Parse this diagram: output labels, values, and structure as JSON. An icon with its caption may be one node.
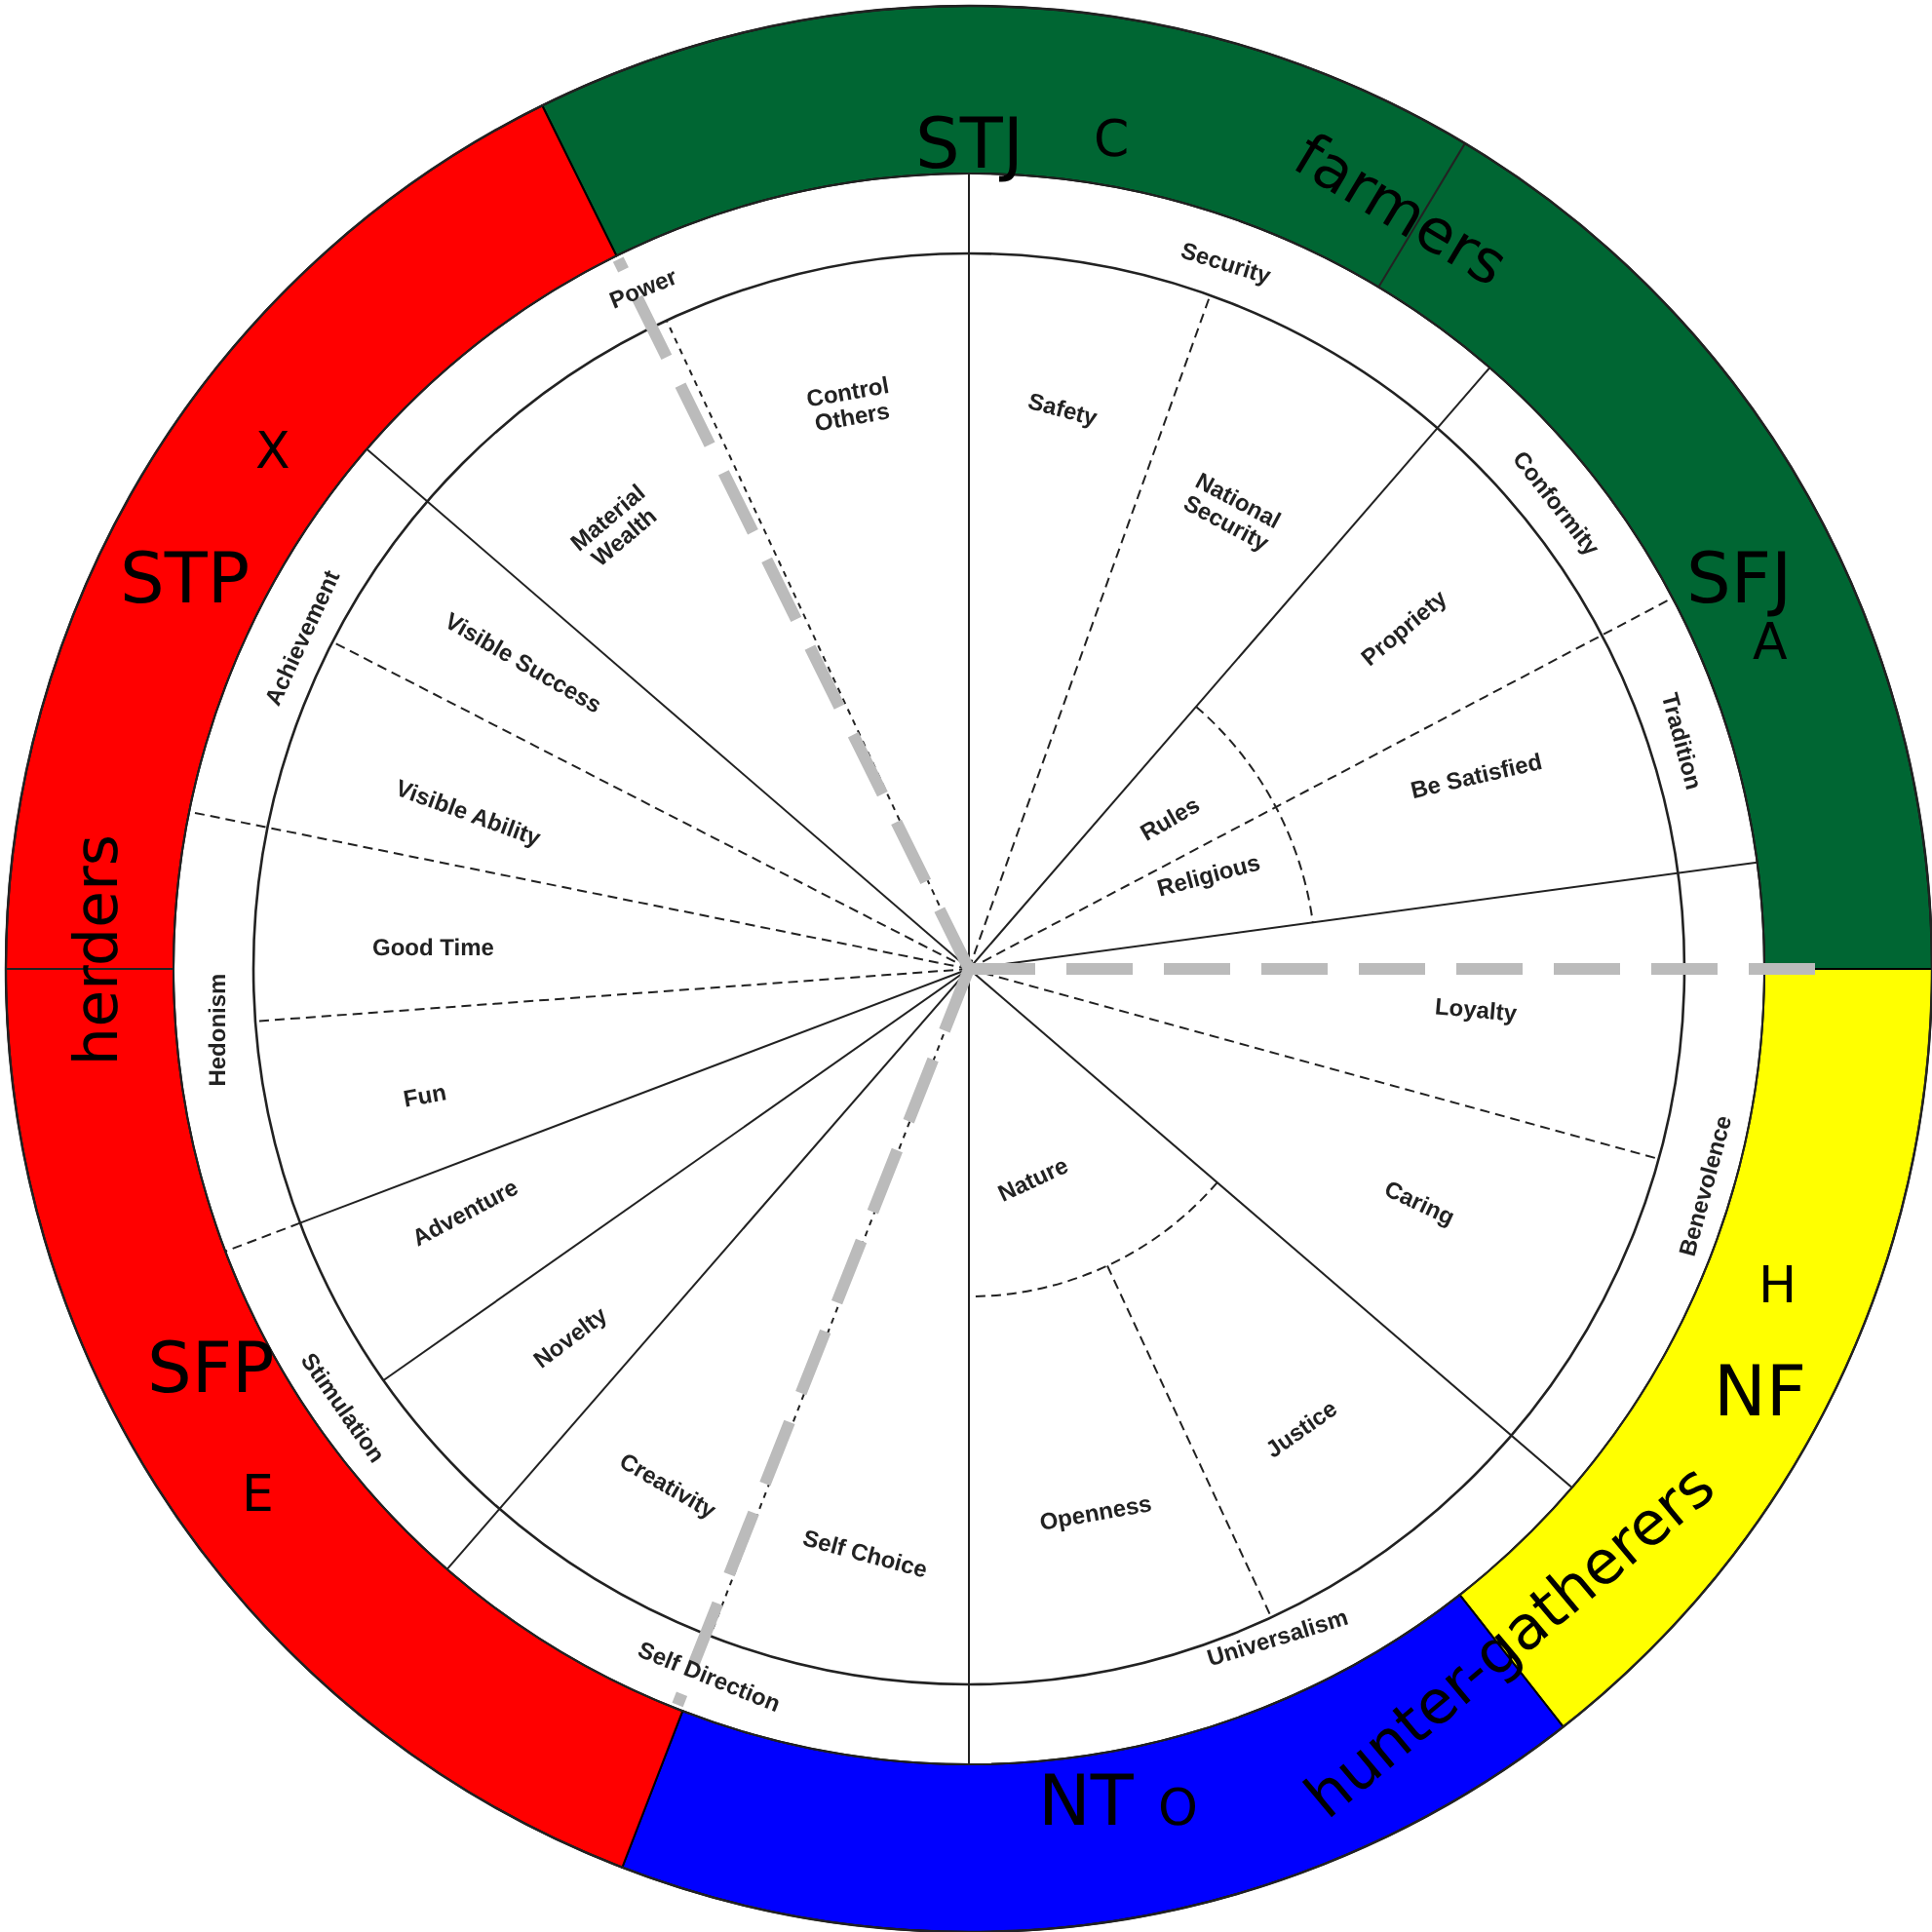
{
  "diagram": {
    "labels": [
      "STJ",
      "C",
      "farmers",
      "Power",
      "Security",
      "Control Others",
      "Safety",
      "X",
      "Material Wealth",
      "National Security",
      "Conformity",
      "STP",
      "SFJ",
      "Achievement",
      "Propriety",
      "A",
      "Visible Success",
      "Tradition",
      "Be Satisfied",
      "Visible Ability",
      "Rules",
      "herders",
      "Religious",
      "Good Time",
      "Loyalty",
      "Hedonism",
      "Fun",
      "Nature",
      "Caring",
      "Adventure",
      "Benevolence",
      "H",
      "Novelty",
      "SFP",
      "NF",
      "Stimulation",
      "Justice",
      "Creativity",
      "E",
      "Openness",
      "Self Choice",
      "hunter-gatherers",
      "Universalism",
      "Self Direction",
      "NT",
      "O"
    ]
  }
}
